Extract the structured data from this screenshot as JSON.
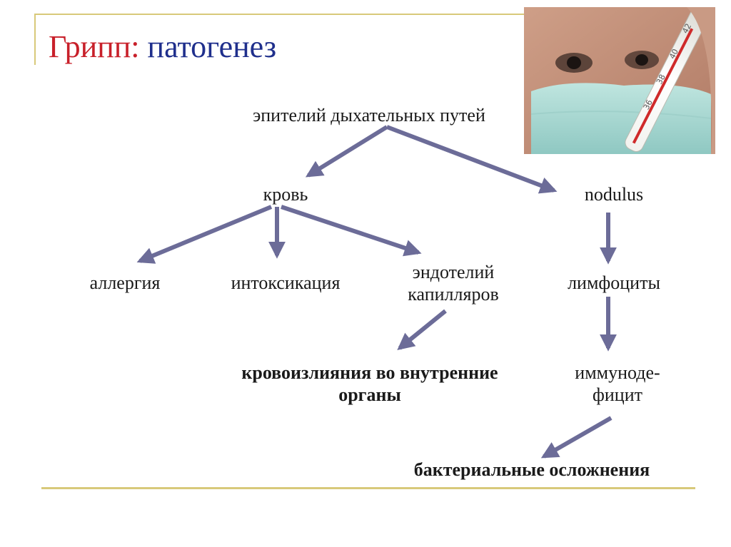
{
  "slide": {
    "title_part1": "Грипп:",
    "title_part2": "патогенез",
    "colors": {
      "title_red": "#c8202a",
      "title_blue": "#1f2f8c",
      "arrow": "#6c6c98",
      "rule": "#d8c97a"
    },
    "photo": {
      "icon": "mask-thermometer-photo",
      "thermometer_scale": [
        "36",
        "38",
        "40",
        "42"
      ]
    }
  },
  "diagram": {
    "nodes": [
      {
        "id": "epithelium",
        "lines": [
          "эпителий дыхательных путей"
        ],
        "bold": false
      },
      {
        "id": "blood",
        "lines": [
          "кровь"
        ],
        "bold": false
      },
      {
        "id": "nodulus",
        "lines": [
          "nodulus"
        ],
        "bold": false
      },
      {
        "id": "allergy",
        "lines": [
          "аллергия"
        ],
        "bold": false
      },
      {
        "id": "intoxication",
        "lines": [
          "интоксикация"
        ],
        "bold": false
      },
      {
        "id": "endothelium",
        "lines": [
          "эндотелий",
          "капилляров"
        ],
        "bold": false
      },
      {
        "id": "lymphocytes",
        "lines": [
          "лимфоциты"
        ],
        "bold": false
      },
      {
        "id": "hemorrhage",
        "lines": [
          "кровоизлияния во внутренние",
          "органы"
        ],
        "bold": true
      },
      {
        "id": "immunodeficiency",
        "lines": [
          "иммуноде-",
          "фицит"
        ],
        "bold": false
      },
      {
        "id": "bacterial",
        "lines": [
          "бактериальные осложнения"
        ],
        "bold": true
      }
    ],
    "edges": [
      {
        "from": "epithelium",
        "to": "blood"
      },
      {
        "from": "epithelium",
        "to": "nodulus"
      },
      {
        "from": "blood",
        "to": "allergy"
      },
      {
        "from": "blood",
        "to": "intoxication"
      },
      {
        "from": "blood",
        "to": "endothelium"
      },
      {
        "from": "nodulus",
        "to": "lymphocytes"
      },
      {
        "from": "endothelium",
        "to": "hemorrhage"
      },
      {
        "from": "lymphocytes",
        "to": "immunodeficiency"
      },
      {
        "from": "immunodeficiency",
        "to": "bacterial"
      }
    ]
  }
}
